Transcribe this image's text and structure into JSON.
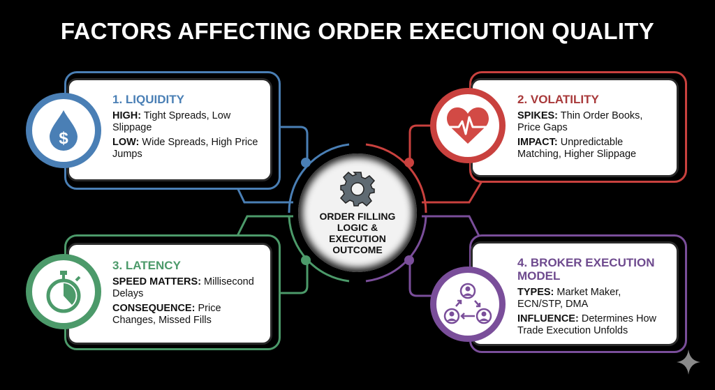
{
  "title": "FACTORS AFFECTING ORDER EXECUTION QUALITY",
  "colors": {
    "liquidity": "#4a7fb5",
    "volatility": "#c9413e",
    "latency": "#4c9a6a",
    "broker": "#7a4e9a",
    "hub_gear": "#5f6a72"
  },
  "hub": {
    "icon": "gear-icon",
    "lines": [
      "ORDER FILLING",
      "LOGIC &",
      "EXECUTION",
      "OUTCOME"
    ]
  },
  "factors": [
    {
      "heading": "1. LIQUIDITY",
      "icon": "water-drop-dollar-icon",
      "items": [
        {
          "label": "HIGH:",
          "text": " Tight Spreads, Low Slippage"
        },
        {
          "label": "LOW:",
          "text": " Wide Spreads, High Price Jumps"
        }
      ]
    },
    {
      "heading": "2. VOLATILITY",
      "icon": "heart-pulse-icon",
      "items": [
        {
          "label": "SPIKES:",
          "text": " Thin Order Books, Price Gaps"
        },
        {
          "label": "IMPACT:",
          "text": " Unpredictable Matching, Higher Slippage"
        }
      ]
    },
    {
      "heading": "3. LATENCY",
      "icon": "stopwatch-icon",
      "items": [
        {
          "label": "SPEED MATTERS:",
          "text": " Millisecond Delays"
        },
        {
          "label": "CONSEQUENCE:",
          "text": " Price Changes, Missed Fills"
        }
      ]
    },
    {
      "heading": "4. BROKER EXECUTION MODEL",
      "icon": "people-cycle-icon",
      "items": [
        {
          "label": "TYPES:",
          "text": " Market Maker, ECN/STP, DMA"
        },
        {
          "label": "INFLUENCE:",
          "text": " Determines How Trade Execution Unfolds"
        }
      ]
    }
  ],
  "watermark": "sparkle-icon"
}
